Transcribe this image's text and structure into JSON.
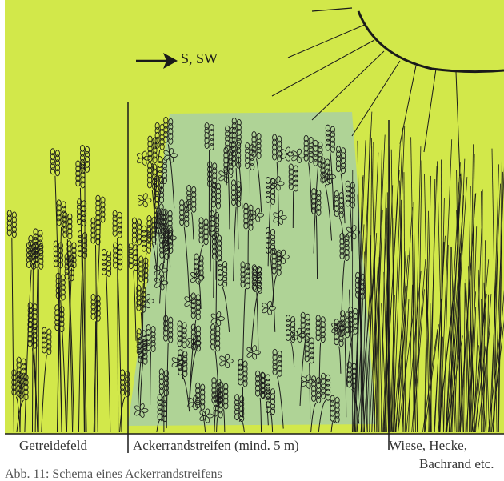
{
  "direction_label": "S, SW",
  "zones": {
    "left_label": "Getreidefeld",
    "middle_label": "Ackerrandstreifen (mind. 5 m)",
    "right_label_line1": "Wiese, Hecke,",
    "right_label_line2": "Bachrand etc."
  },
  "caption": "Abb. 11: Schema eines Ackerrandstreifens",
  "colors": {
    "background": "#d2e84a",
    "strip": "#a9cfa3",
    "ink": "#1a1a1a",
    "text": "#333333"
  },
  "icons": [
    "sun-icon",
    "arrow-right-icon"
  ]
}
